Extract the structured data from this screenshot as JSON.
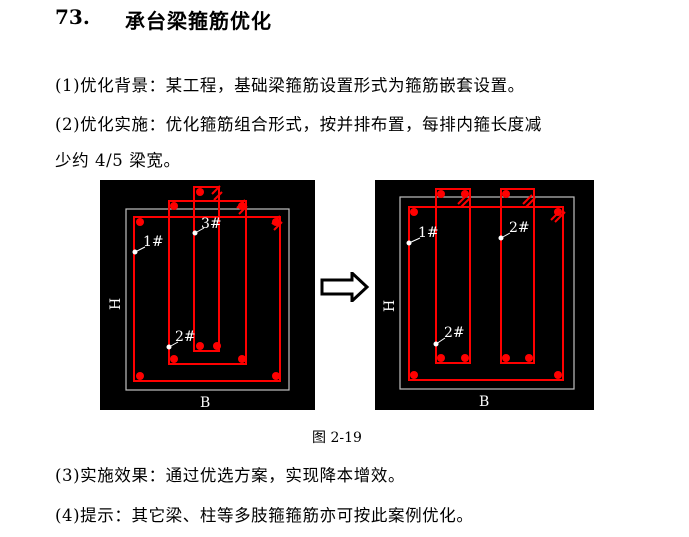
{
  "heading": {
    "number": "73.",
    "title": "承台梁箍筋优化"
  },
  "paragraphs": [
    "(1)优化背景：某工程，基础梁箍筋设置形式为箍筋嵌套设置。",
    "(2)优化实施：优化箍筋组合形式，按并排布置，每排内箍长度减",
    "少约 4/5 梁宽。"
  ],
  "figure": {
    "before": {
      "labels": [
        "1#",
        "2#",
        "3#"
      ],
      "h_label": "H",
      "b_label": "B"
    },
    "after": {
      "labels": [
        "1#",
        "2#",
        "2#"
      ],
      "h_label": "H",
      "b_label": "B"
    },
    "caption": "图 2-19"
  },
  "results": [
    "(3)实施效果：通过优选方案，实现降本增效。",
    "(4)提示：其它梁、柱等多肢箍箍筋亦可按此案例优化。"
  ],
  "colors": {
    "rebar": "#ff0000",
    "outline": "#c0c0c0"
  }
}
